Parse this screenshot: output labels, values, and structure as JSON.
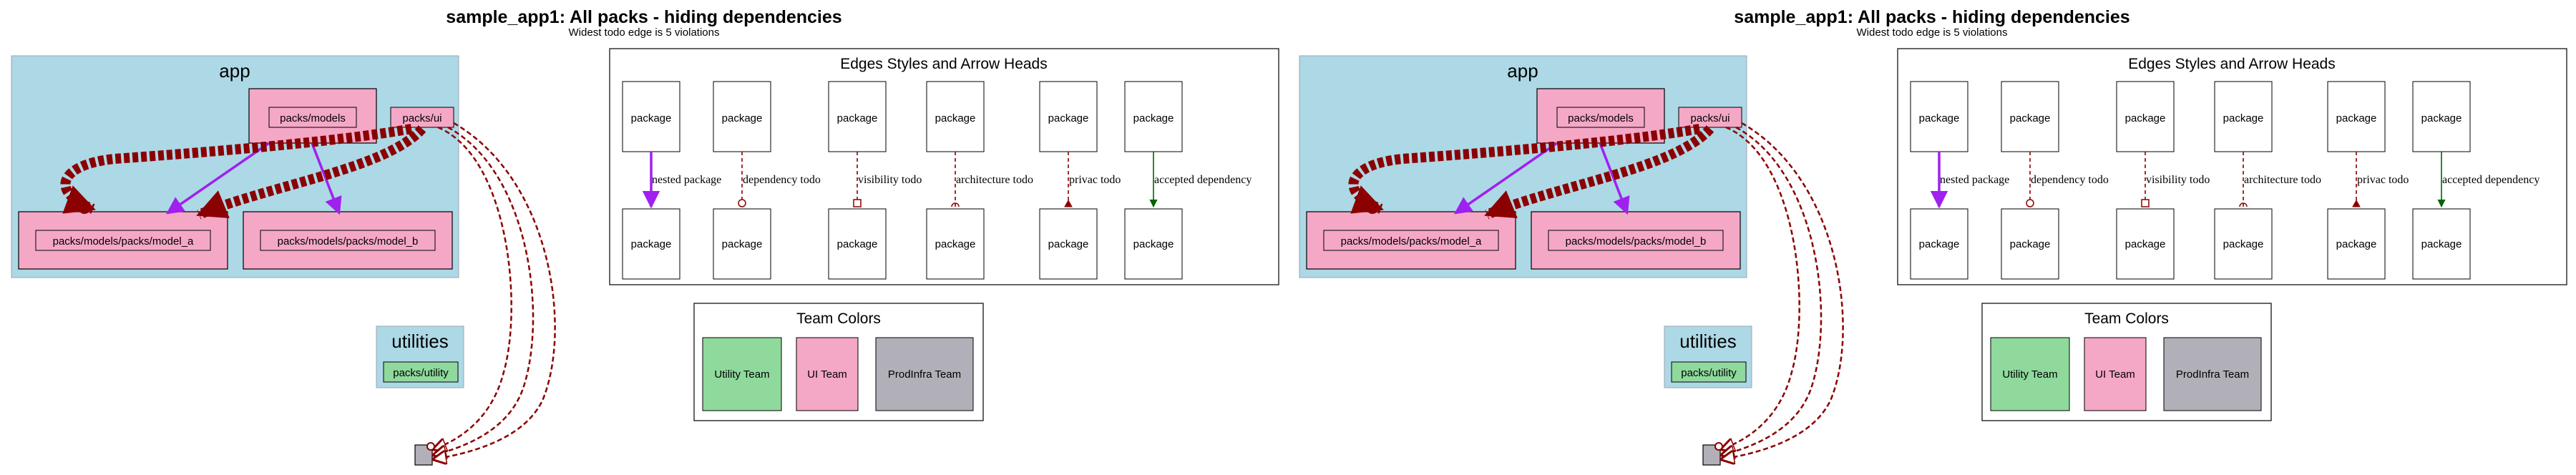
{
  "diagram": {
    "title": "sample_app1: All packs - hiding dependencies",
    "subtitle": "Widest todo edge is 5 violations",
    "clusters": {
      "app": "app",
      "utilities": "utilities",
      "legend_edges": "Edges Styles and Arrow Heads",
      "legend_teams": "Team Colors"
    },
    "nodes": {
      "models": "packs/models",
      "ui": "packs/ui",
      "model_a": "packs/models/packs/model_a",
      "model_b": "packs/models/packs/model_b",
      "utility": "packs/utility"
    },
    "legend": {
      "package": "package",
      "edges": [
        "nested package",
        "dependency todo",
        "visibility todo",
        "architecture todo",
        "privac todo",
        "accepted dependency"
      ]
    },
    "teams": [
      "Utility Team",
      "UI Team",
      "ProdInfra Team"
    ],
    "colors": {
      "cluster_fill": "#add8e6",
      "ui_team": "#f5a7c6",
      "utility_team": "#8fd99c",
      "prodinfra_team": "#b1afb8",
      "todo_edge": "#8b0000",
      "nested_edge": "#a020f0",
      "accepted_edge": "#006400"
    }
  }
}
